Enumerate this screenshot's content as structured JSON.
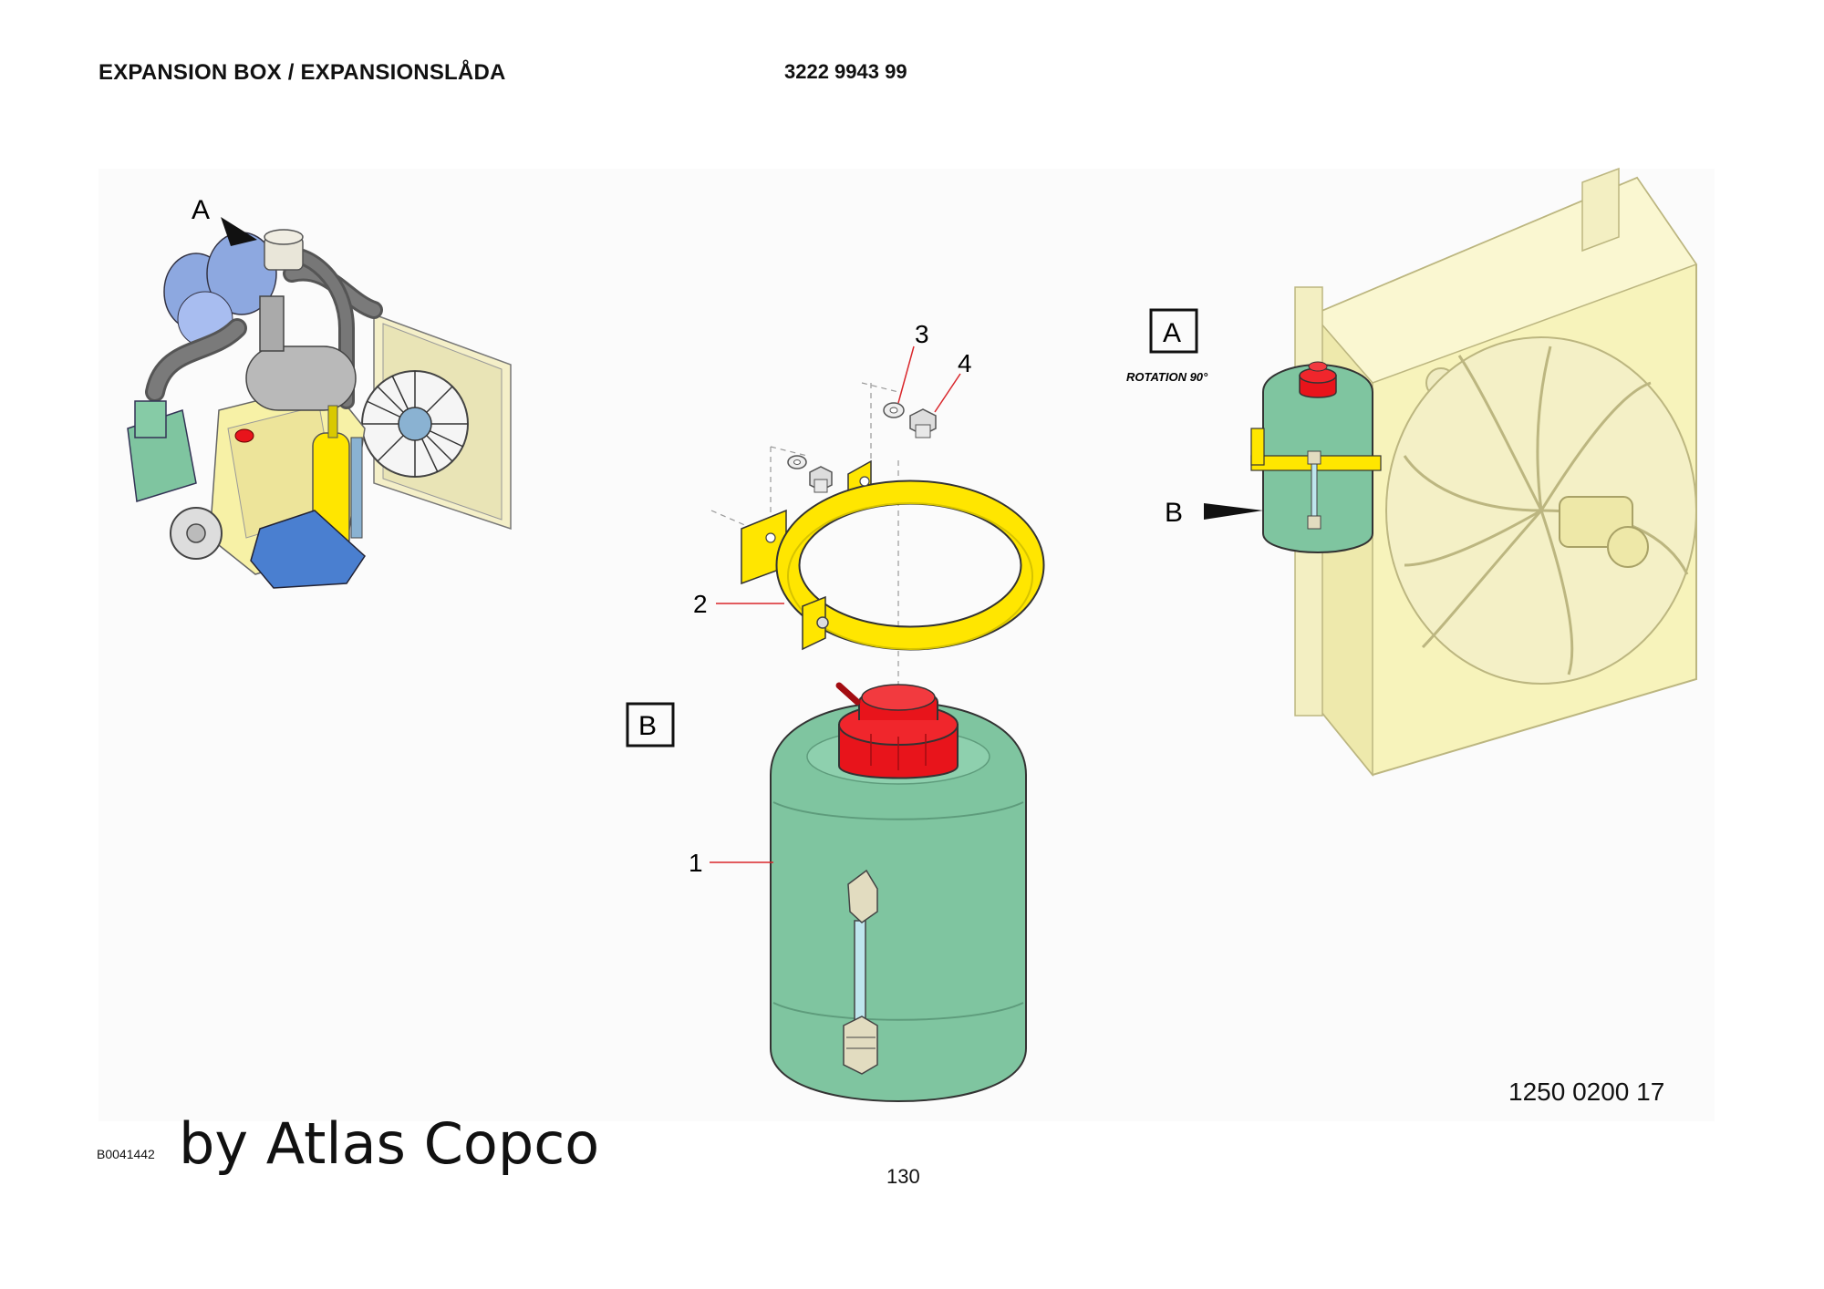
{
  "header": {
    "title": "EXPANSION BOX / EXPANSIONSLÅDA",
    "part_number": "3222 9943 99"
  },
  "callouts": {
    "item_1": "1",
    "item_2": "2",
    "item_3": "3",
    "item_4": "4"
  },
  "views": {
    "arrow_a": "A",
    "arrow_b": "B",
    "box_a": "A",
    "box_b": "B",
    "rotation_note": "ROTATION 90°"
  },
  "footer": {
    "figure_reference": "1250 0200 17",
    "drawing_number": "B0041442",
    "watermark": "by Atlas Copco",
    "page_number": "130"
  },
  "colors": {
    "tank_green": "#7fc5a0",
    "cap_red": "#e8141b",
    "clamp_yellow": "#ffe600",
    "radiator_pale": "#f7f3b8",
    "leader_red": "#d9262b"
  }
}
